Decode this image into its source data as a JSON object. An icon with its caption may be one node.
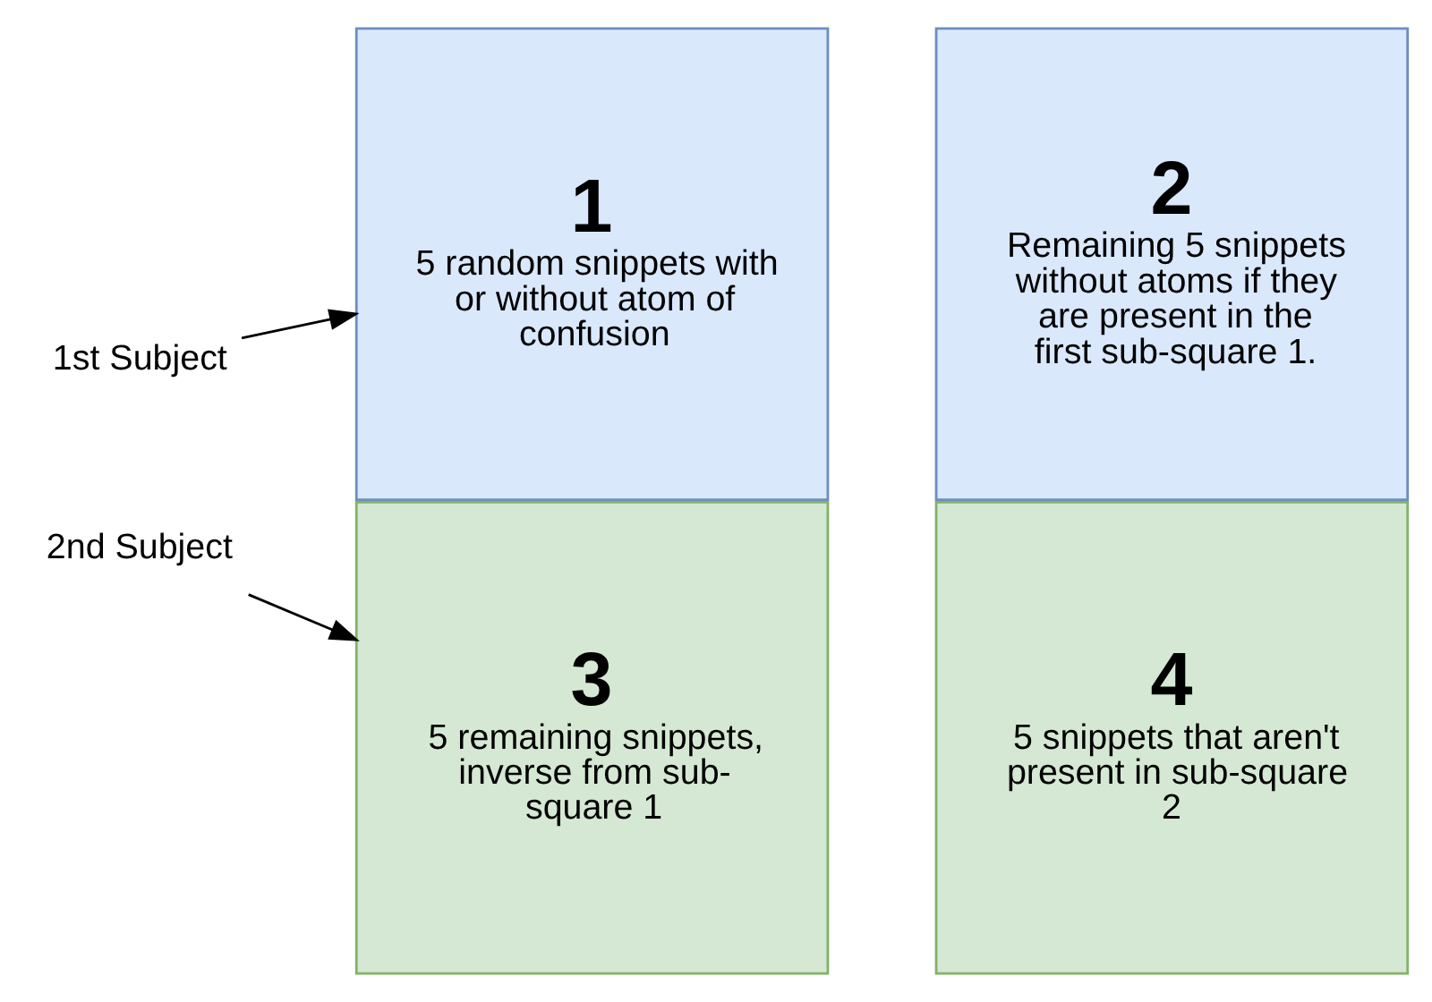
{
  "diagram": {
    "nodes": [
      {
        "text": [
          "1st Subject"
        ]
      },
      {
        "text": [
          "1",
          "5 random snippets with or without atom of confusion"
        ]
      },
      {
        "text": [
          "2",
          "Remaining 5 snippets without atoms if they are present in the first sub-square 1."
        ]
      },
      {
        "text": [
          "2nd Subject"
        ]
      },
      {
        "text": [
          "3",
          "5 remaining snippets, inverse from sub-square 1"
        ]
      },
      {
        "text": [
          "4",
          "5 snippets that aren't present in sub-square 2"
        ]
      }
    ],
    "edges": [
      {
        "from": 0,
        "to": 1,
        "arrow": "to"
      },
      {
        "from": 3,
        "to": 4,
        "arrow": "to"
      }
    ]
  }
}
